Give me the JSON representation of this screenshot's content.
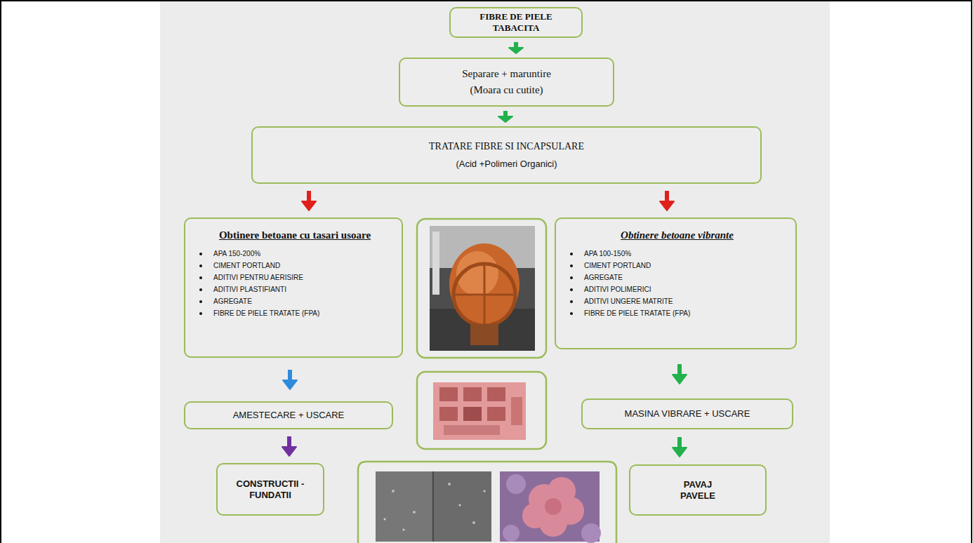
{
  "diagram": {
    "nodes": [
      {
        "text": [
          "FIBRE DE PIELE TABACITA"
        ]
      },
      {
        "text": [
          "Separare + maruntire",
          "(Moara cu cutite)"
        ]
      },
      {
        "text": [
          "TRATARE FIBRE SI INCAPSULARE",
          "(Acid +Polimeri Organici)"
        ]
      },
      {
        "text": [
          "Obtinere betoane cu tasari usoare",
          "APA 150-200%",
          "CIMENT PORTLAND",
          "ADITIVI PENTRU AERISIRE",
          "ADITIVI PLASTIFIANTI",
          "AGREGATE",
          "FIBRE DE PIELE TRATATE (FPA)"
        ]
      },
      {
        "text": [
          "Obtinere betoane vibrante",
          "APA 100-150%",
          "CIMENT PORTLAND",
          "AGREGATE",
          "ADITIVI POLIMERICI",
          "ADITIVI UNGERE MATRITE",
          "FIBRE DE PIELE TRATATE (FPA)"
        ]
      },
      {
        "text": [
          "AMESTECARE + USCARE"
        ]
      },
      {
        "text": [
          "MASINA VIBRARE + USCARE"
        ]
      },
      {
        "text": [
          "CONSTRUCTII - FUNDATII"
        ]
      },
      {
        "text": [
          "PAVAJ PAVELE"
        ]
      }
    ],
    "edges": [
      {
        "from": 0,
        "to": 1,
        "arrow": "to"
      },
      {
        "from": 1,
        "to": 2,
        "arrow": "to"
      },
      {
        "from": 2,
        "to": 3,
        "arrow": "to"
      },
      {
        "from": 2,
        "to": 4,
        "arrow": "to"
      },
      {
        "from": 3,
        "to": 5,
        "arrow": "to"
      },
      {
        "from": 5,
        "to": 7,
        "arrow": "to"
      },
      {
        "from": 4,
        "to": 6,
        "arrow": "to"
      },
      {
        "from": 6,
        "to": 8,
        "arrow": "to"
      }
    ]
  }
}
